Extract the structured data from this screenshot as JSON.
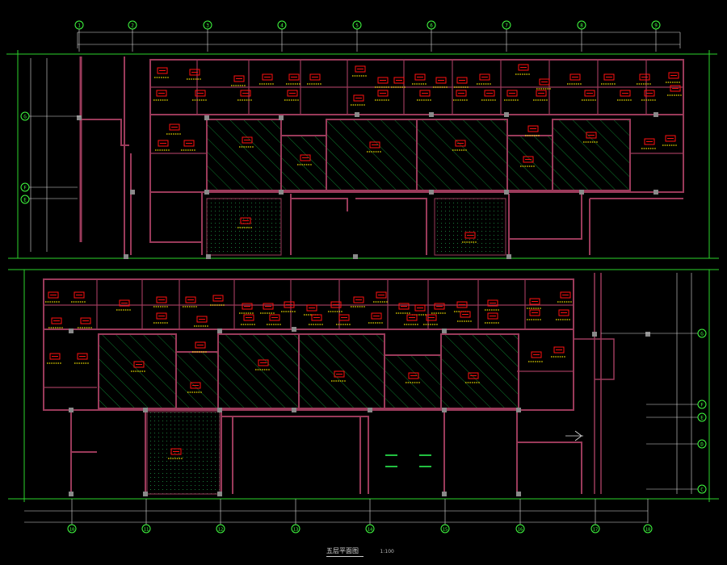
{
  "colors": {
    "background": "#000000",
    "wall": "#9a3a5a",
    "grid": "#00c000",
    "gridline": "#2bd32b",
    "axis_bubble": "#40ff40",
    "room_tag": "#ff1010",
    "room_text": "#f0e000",
    "hatch": "#0c7a2c",
    "dimension": "#dcdcdc",
    "column": "#8a8a8a"
  },
  "top_plan": {
    "axes": [
      "1",
      "2",
      "3",
      "4",
      "5",
      "6",
      "7",
      "8",
      "9"
    ],
    "side_axes": [
      "G",
      "F",
      "E"
    ]
  },
  "bottom_plan": {
    "axes": [
      "10",
      "11",
      "12",
      "13",
      "14",
      "15",
      "16",
      "17",
      "18"
    ],
    "side_axes": [
      "G",
      "F",
      "E",
      "D",
      "C"
    ]
  },
  "caption": {
    "title": "五层平面图",
    "scale": "1:100"
  }
}
